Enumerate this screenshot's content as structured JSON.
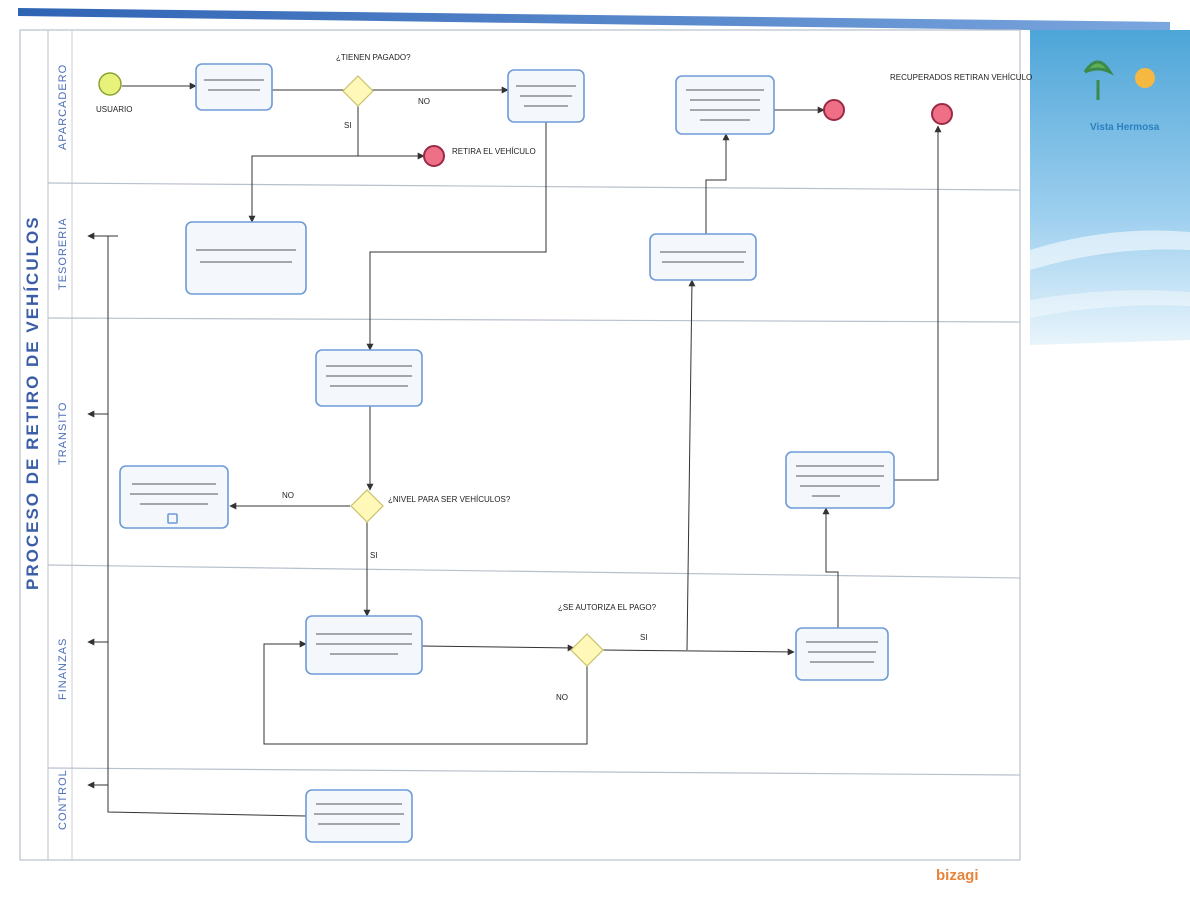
{
  "pool_title": "PROCESO DE RETIRO DE VEHÍCULOS",
  "lanes": [
    "APARCADERO",
    "TESORERIA",
    "TRANSITO",
    "FINANZAS",
    "CONTROL"
  ],
  "start_event": {
    "label": "USUARIO"
  },
  "gateways": {
    "g1": "¿TIENEN PAGADO?",
    "g2": "¿NIVEL PARA SER VEHÍCULOS?",
    "g3": "¿SE AUTORIZA EL PAGO?"
  },
  "end_events": {
    "e1": "RETIRA EL VEHÍCULO",
    "e3": "RECUPERADOS RETIRAN VEHÍCULO"
  },
  "flow_labels": {
    "no": "NO",
    "si": "SI"
  },
  "logo": {
    "text": "Vista Hermosa"
  },
  "brand": {
    "name": "bizagi"
  },
  "colors": {
    "lane_line": "#9aa6b8",
    "task_border": "#6e9bd6",
    "start_event_fill": "#e7f27a",
    "end_event_fill": "#ee6f86",
    "gateway_fill": "#fff8b8",
    "header_band": "#3f74c6"
  }
}
